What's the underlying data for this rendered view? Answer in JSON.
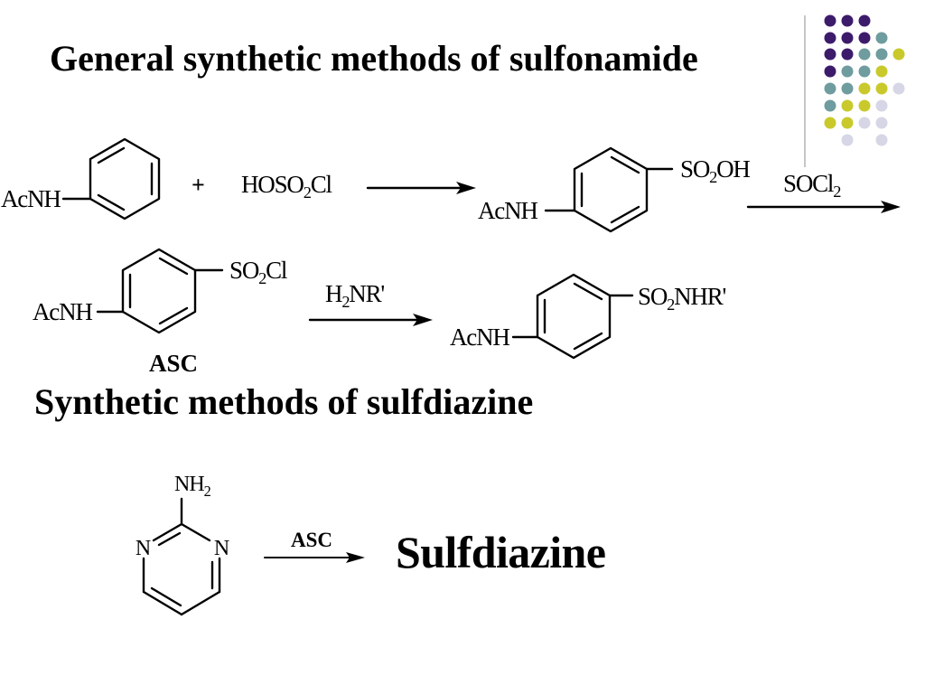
{
  "slide": {
    "title": "General synthetic methods of sulfonamide",
    "section_title": "Synthetic methods of sulfdiazine"
  },
  "sulfonamide_scheme": {
    "step1": {
      "reactant_group": "AcNH",
      "plus": "+",
      "reagent": "HOSO2Cl",
      "product_group_1": "AcNH",
      "product_group_2": "SO2OH"
    },
    "step2": {
      "reagent": "SOCl2"
    },
    "intermediate": {
      "group_1": "AcNH",
      "group_2": "SO2Cl",
      "name": "ASC"
    },
    "step3": {
      "reagent": "H2NR'",
      "product_group_1": "AcNH",
      "product_group_2": "SO2NHR'"
    }
  },
  "sulfdiazine_scheme": {
    "amino_group": "NH2",
    "ring_atom_left": "N",
    "ring_atom_right": "N",
    "reagent": "ASC",
    "product": "Sulfdiazine"
  },
  "theme": {
    "dot_purple": "#3d1b6b",
    "dot_teal": "#6f9c9e",
    "dot_yellow": "#c9c92c",
    "dot_lavender": "#d6d6e6",
    "divider": "#8c8c8c"
  }
}
